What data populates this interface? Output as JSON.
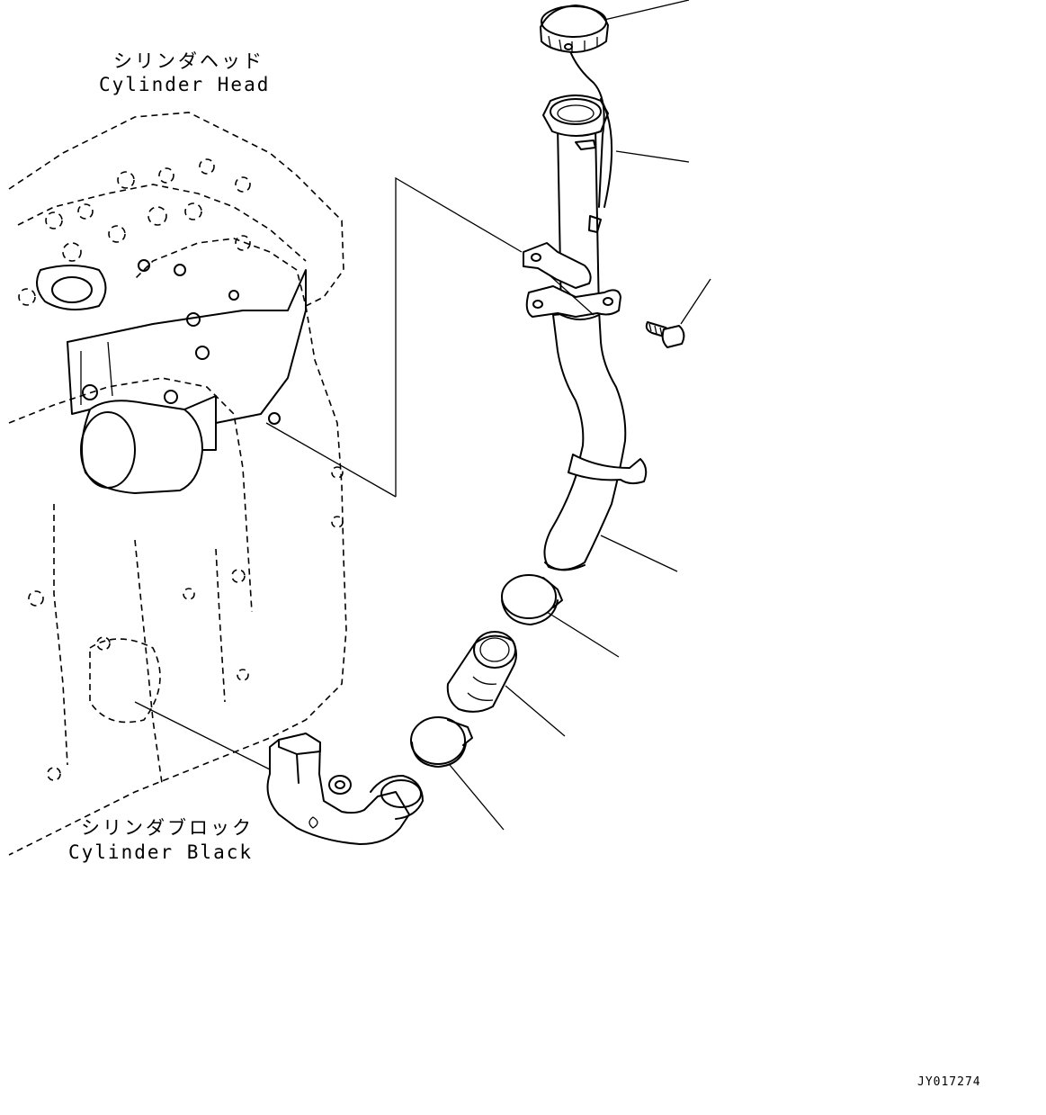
{
  "labels": {
    "cylinder_head_jp": "シリンダヘッド",
    "cylinder_head_en": "Cylinder Head",
    "cylinder_block_jp": "シリンダブロック",
    "cylinder_block_en": "Cylinder Black"
  },
  "drawing_id": "JY017274",
  "colors": {
    "line": "#000000",
    "background": "#ffffff"
  }
}
